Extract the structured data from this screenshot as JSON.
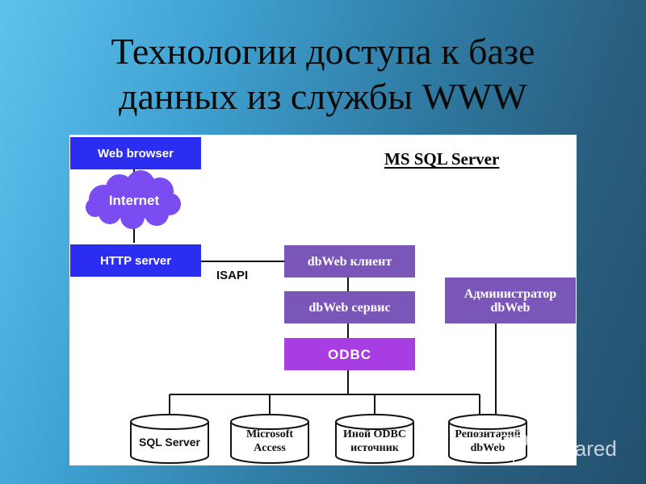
{
  "slide": {
    "title_line1": "Технологии доступа к базе",
    "title_line2": "данных из службы WWW"
  },
  "diagram": {
    "server_label": "MS SQL Server",
    "web_browser": "Web browser",
    "internet": "Internet",
    "http_server": "HTTP server",
    "isapi": "ISAPI",
    "dbweb_client": "dbWeb клиент",
    "dbweb_service": "dbWeb сервис",
    "odbc": "ODBC",
    "admin_line1": "Администратор",
    "admin_line2": "dbWeb",
    "databases": {
      "sql_server": "SQL Server",
      "access_line1": "Microsoft",
      "access_line2": "Access",
      "other_line1": "Иной ODBC",
      "other_line2": "источник",
      "repo_line1": "Репозитарий",
      "repo_line2": "dbWeb"
    },
    "colors": {
      "blue_box": "#2b2df0",
      "violet_box": "#7a56b8",
      "odbc_box": "#a93de4",
      "cloud": "#7b4cf2"
    }
  },
  "watermark": {
    "brand": "Shared",
    "icon": "myshared-logo-icon"
  }
}
